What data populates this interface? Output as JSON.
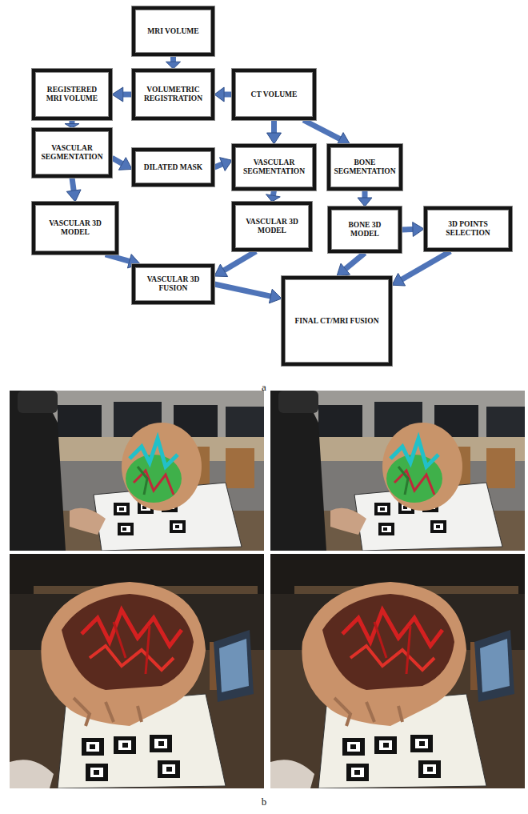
{
  "diagram": {
    "nodes": [
      {
        "text": [
          "MRI VOLUME"
        ]
      },
      {
        "text": [
          "REGISTERED MRI VOLUME"
        ]
      },
      {
        "text": [
          "VOLUMETRIC REGISTRATION"
        ]
      },
      {
        "text": [
          "CT VOLUME"
        ]
      },
      {
        "text": [
          "VASCULAR SEGMENTATION"
        ]
      },
      {
        "text": [
          "DILATED MASK"
        ]
      },
      {
        "text": [
          "VASCULAR SEGMENTATION"
        ]
      },
      {
        "text": [
          "BONE SEGMENTATION"
        ]
      },
      {
        "text": [
          "VASCULAR 3D MODEL"
        ]
      },
      {
        "text": [
          "VASCULAR 3D MODEL"
        ]
      },
      {
        "text": [
          "BONE 3D MODEL"
        ]
      },
      {
        "text": [
          "3D POINTS SELECTION"
        ]
      },
      {
        "text": [
          "VASCULAR 3D FUSION"
        ]
      },
      {
        "text": [
          "FINAL CT/MRI FUSION"
        ]
      }
    ],
    "edges": [
      {
        "from": 0,
        "to": 2,
        "arrow": "to"
      },
      {
        "from": 3,
        "to": 2,
        "arrow": "to"
      },
      {
        "from": 2,
        "to": 1,
        "arrow": "to"
      },
      {
        "from": 1,
        "to": 4,
        "arrow": "to"
      },
      {
        "from": 3,
        "to": 6,
        "arrow": "to"
      },
      {
        "from": 3,
        "to": 7,
        "arrow": "to"
      },
      {
        "from": 4,
        "to": 5,
        "arrow": "to"
      },
      {
        "from": 5,
        "to": 6,
        "arrow": "to"
      },
      {
        "from": 4,
        "to": 8,
        "arrow": "to"
      },
      {
        "from": 6,
        "to": 9,
        "arrow": "to"
      },
      {
        "from": 8,
        "to": 12,
        "arrow": "to"
      },
      {
        "from": 9,
        "to": 12,
        "arrow": "to"
      },
      {
        "from": 7,
        "to": 10,
        "arrow": "to"
      },
      {
        "from": 10,
        "to": 11,
        "arrow": "to"
      },
      {
        "from": 10,
        "to": 13,
        "arrow": "to"
      },
      {
        "from": 11,
        "to": 13,
        "arrow": "to"
      },
      {
        "from": 12,
        "to": 13,
        "arrow": "to"
      }
    ],
    "labels": [
      "a",
      "b"
    ]
  }
}
